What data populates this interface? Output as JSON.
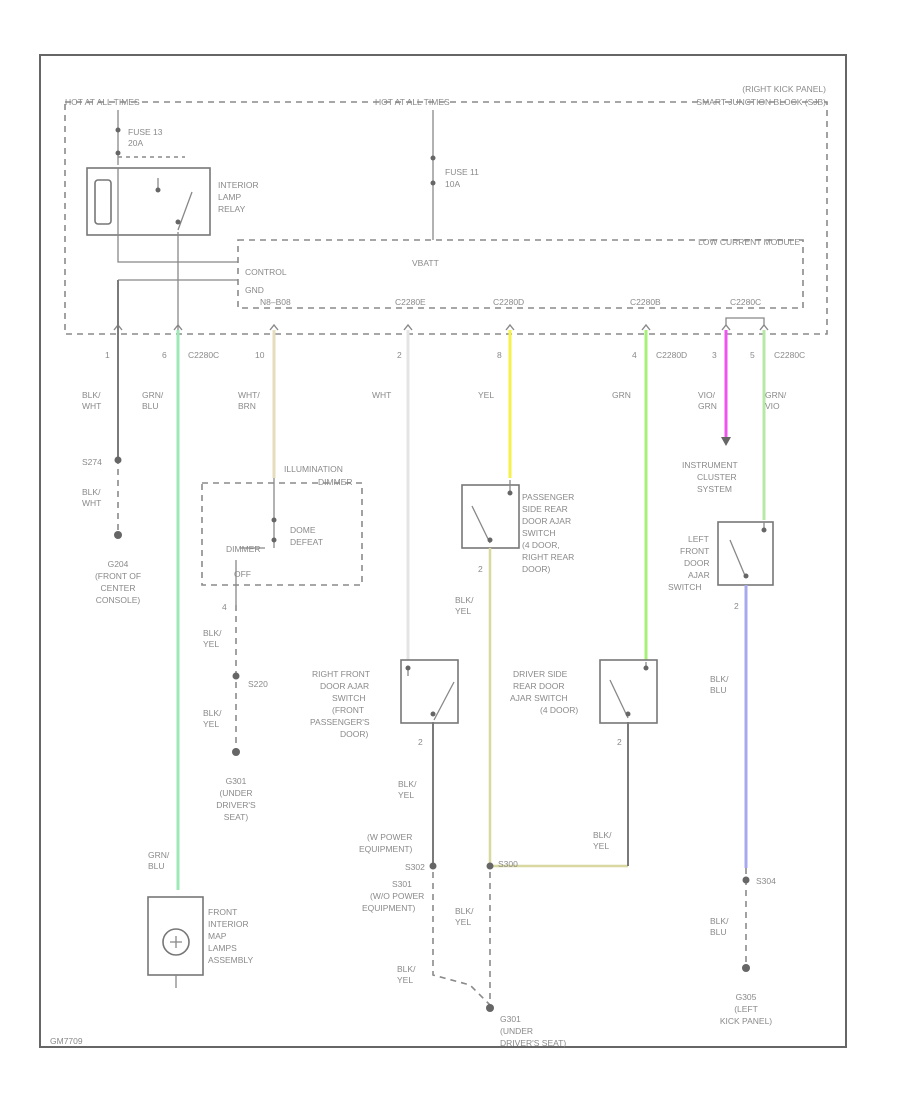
{
  "title_code": "",
  "colors": {
    "grn_blu": "#9ee8b8",
    "wht_brn": "#e6ddbe",
    "wht": "#e4e4e4",
    "yel": "#f4f24a",
    "grn": "#a6f07a",
    "vio_grn": "#ee55ee",
    "grn_vio": "#b8e8a8",
    "blk_blu": "#a8a8ec",
    "blk_yel": "#d8d8a0",
    "gray": "#7a7a7a"
  },
  "frame": {
    "right_kick_panel": "(RIGHT KICK PANEL)",
    "fuse_box_left": "HOT AT ALL TIMES",
    "fuse_box_mid": "HOT AT ALL TIMES",
    "fuse_box_right": "SMART JUNCTION BLOCK (SJB)",
    "fuse13": [
      "FUSE 13",
      "20A"
    ],
    "fuse11": [
      "FUSE 11",
      "10A"
    ],
    "relay": [
      "INTERIOR",
      "LAMP",
      "RELAY"
    ],
    "lcm_title": "LOW CURRENT MODULE",
    "vbatt": "VBATT",
    "control": "CONTROL",
    "gnd": "GND",
    "pins": [
      "N8‒B08",
      "C2280E",
      "C2280D",
      "C2280B",
      "C2280C"
    ],
    "ref": "GM7709"
  },
  "wires": {
    "pin1": "1",
    "pin6": "6",
    "pin10": "10",
    "pin2": "2",
    "pin8": "8",
    "pin4": "4",
    "pin3": "3",
    "pin5": "5",
    "c2280c_a": "C2280C",
    "c2280d": "C2280D",
    "c2280c_b": "C2280C",
    "blk_wht": [
      "BLK/",
      "WHT"
    ],
    "grn_blu": [
      "GRN/",
      "BLU"
    ],
    "wht_brn": [
      "WHT/",
      "BRN"
    ],
    "wht": "WHT",
    "yel": "YEL",
    "grn": "GRN",
    "vio_grn": [
      "VIO/",
      "GRN"
    ],
    "grn_vio": [
      "GRN/",
      "VIO"
    ],
    "s274": "S274",
    "blk_wht2": [
      "BLK/",
      "WHT"
    ],
    "g204": [
      "G204",
      "(FRONT OF",
      "CENTER",
      "CONSOLE)"
    ]
  },
  "illumination": {
    "title": [
      "ILLUMINATION",
      "DIMMER"
    ],
    "dome_defeat": [
      "DOME",
      "DEFEAT"
    ],
    "dimmer": "DIMMER",
    "off": "OFF",
    "pin4": "4",
    "blk_yel": [
      "BLK/",
      "YEL"
    ],
    "s220": "S220",
    "blk_yel2": [
      "BLK/",
      "YEL"
    ],
    "g301": [
      "G301",
      "(UNDER",
      "DRIVER'S",
      "SEAT)"
    ]
  },
  "pass_rear": {
    "label": [
      "PASSENGER",
      "SIDE REAR",
      "DOOR AJAR",
      "SWITCH",
      "(4 DOOR,",
      "RIGHT REAR",
      "DOOR)"
    ],
    "pin2": "2",
    "blk_yel": [
      "BLK/",
      "YEL"
    ]
  },
  "instrument": {
    "label": [
      "INSTRUMENT",
      "CLUSTER",
      "SYSTEM"
    ]
  },
  "left_front": {
    "label": [
      "LEFT",
      "FRONT",
      "DOOR",
      "AJAR",
      "SWITCH"
    ],
    "pin2": "2",
    "blk_blu": [
      "BLK/",
      "BLU"
    ],
    "s304": "S304",
    "blk_blu2": [
      "BLK/",
      "BLU"
    ],
    "g305": [
      "G305",
      "(LEFT",
      "KICK PANEL)"
    ]
  },
  "right_front": {
    "label": [
      "RIGHT FRONT",
      "DOOR AJAR",
      "SWITCH",
      "(FRONT",
      "PASSENGER'S",
      "DOOR)"
    ],
    "pin2": "2",
    "blk_yel": [
      "BLK/",
      "YEL"
    ]
  },
  "driver_rear": {
    "label": [
      "DRIVER SIDE",
      "REAR DOOR",
      "AJAR SWITCH",
      "(4 DOOR)"
    ],
    "pin2": "2",
    "blk_yel": [
      "BLK/",
      "YEL"
    ]
  },
  "ground_bottom": {
    "power_equip": [
      "(W POWER",
      "EQUIPMENT)"
    ],
    "s302": "S302",
    "s301": [
      "S301",
      "(W/O POWER",
      "EQUIPMENT)"
    ],
    "s300": "S300",
    "blk_yel_a": [
      "BLK/",
      "YEL"
    ],
    "blk_yel_b": [
      "BLK/",
      "YEL"
    ],
    "g301": [
      "G301",
      "(UNDER",
      "DRIVER'S SEAT)"
    ]
  },
  "map_lamp": {
    "grn_blu": [
      "GRN/",
      "BLU"
    ],
    "label": [
      "FRONT",
      "INTERIOR",
      "MAP",
      "LAMPS",
      "ASSEMBLY"
    ]
  }
}
